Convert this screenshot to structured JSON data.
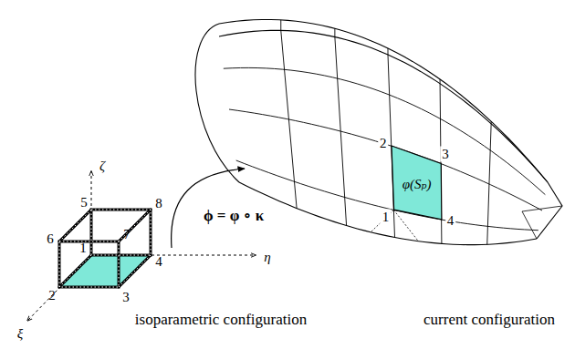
{
  "diagram": {
    "nodes": [
      {
        "text": [
          "φ(Sₚ)"
        ]
      }
    ],
    "labels": [
      "ζ",
      "5",
      "8",
      "6",
      "7",
      "1",
      "4",
      "η",
      "2",
      "3",
      "ξ",
      "ϕ = φ ∘ κ",
      "3",
      "2",
      "4",
      "1",
      "isoparametric configuration",
      "current configuration"
    ]
  }
}
